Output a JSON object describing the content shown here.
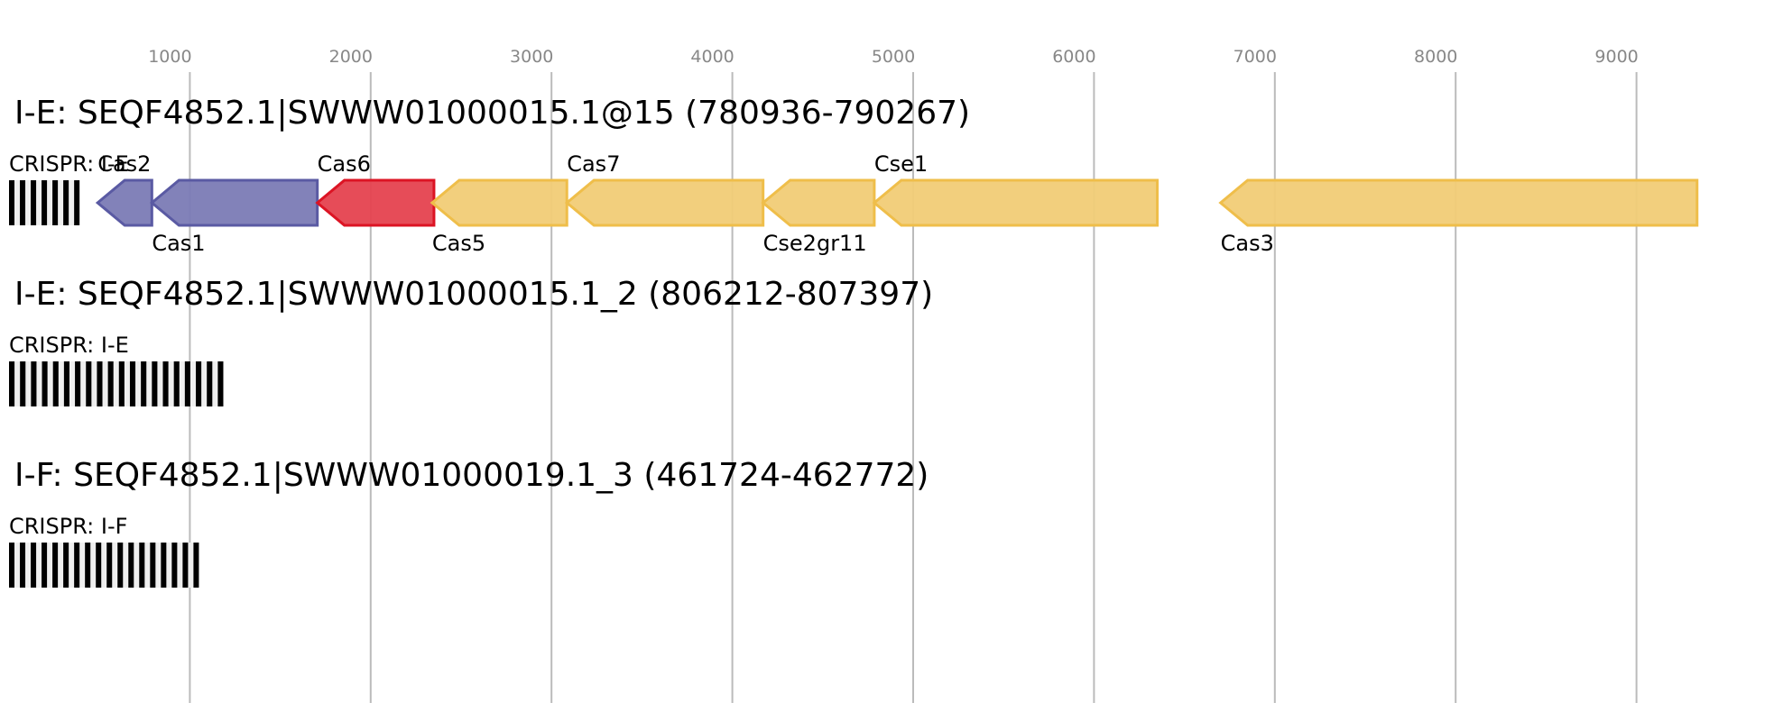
{
  "axis": {
    "ticks": [
      1000,
      2000,
      3000,
      4000,
      5000,
      6000,
      7000,
      8000,
      9000
    ],
    "range": [
      0,
      9700
    ],
    "gridline_color": "#bbbbbb"
  },
  "colors": {
    "adaptation": {
      "fill": "#7b7bb5",
      "stroke": "#5a5aa3"
    },
    "cas6": {
      "fill": "#e5424f",
      "stroke": "#dc1424"
    },
    "interference": {
      "fill": "#f1cc76",
      "stroke": "#efbe4a"
    },
    "crispr_repeat": "#000000",
    "crispr_spacer": "#efefef"
  },
  "loci": [
    {
      "title": "I-E: SEQF4852.1|SWWW01000015.1@15 (780936-790267)",
      "crispr": {
        "label": "CRISPR: I-E",
        "start": 0,
        "end": 390,
        "repeats": 7
      },
      "genes": [
        {
          "name": "Cas2",
          "start": 490,
          "end": 790,
          "strand": "-",
          "category": "adaptation",
          "label_pos": "above"
        },
        {
          "name": "Cas1",
          "start": 790,
          "end": 1705,
          "strand": "-",
          "category": "adaptation",
          "label_pos": "below"
        },
        {
          "name": "Cas6",
          "start": 1705,
          "end": 2350,
          "strand": "-",
          "category": "cas6",
          "label_pos": "above"
        },
        {
          "name": "Cas5",
          "start": 2340,
          "end": 3085,
          "strand": "-",
          "category": "interference",
          "label_pos": "below"
        },
        {
          "name": "Cas7",
          "start": 3085,
          "end": 4170,
          "strand": "-",
          "category": "interference",
          "label_pos": "above"
        },
        {
          "name": "Cse2gr11",
          "start": 4170,
          "end": 4785,
          "strand": "-",
          "category": "interference",
          "label_pos": "below"
        },
        {
          "name": "Cse1",
          "start": 4785,
          "end": 6350,
          "strand": "-",
          "category": "interference",
          "label_pos": "above"
        },
        {
          "name": "Cas3",
          "start": 6700,
          "end": 9335,
          "strand": "-",
          "category": "interference",
          "label_pos": "below"
        }
      ]
    },
    {
      "title": "I-E: SEQF4852.1|SWWW01000015.1_2 (806212-807397)",
      "crispr": {
        "label": "CRISPR: I-E",
        "start": 0,
        "end": 1185,
        "repeats": 20
      },
      "genes": []
    },
    {
      "title": "I-F: SEQF4852.1|SWWW01000019.1_3 (461724-462772)",
      "crispr": {
        "label": "CRISPR: I-F",
        "start": 0,
        "end": 1050,
        "repeats": 18
      },
      "genes": []
    }
  ]
}
